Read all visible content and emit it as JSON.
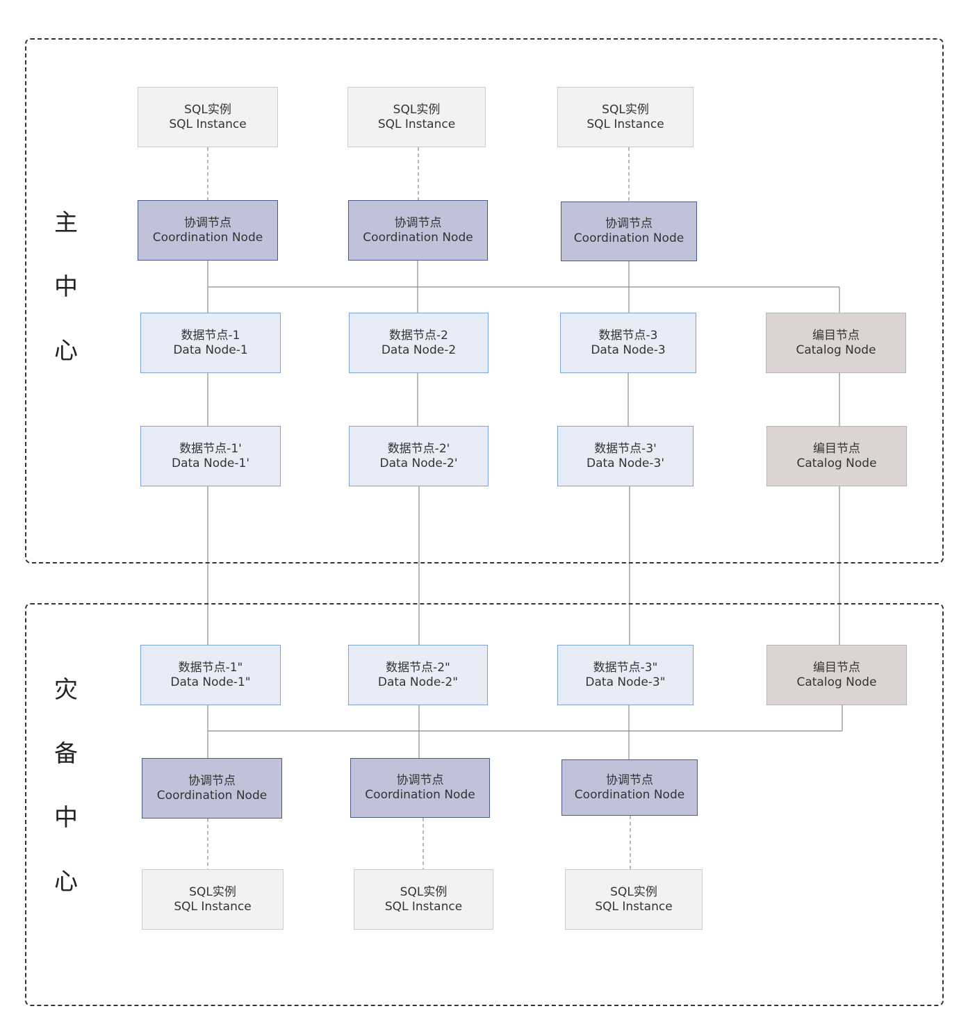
{
  "regions": {
    "primary_label": [
      "主",
      "中",
      "心"
    ],
    "backup_label": [
      "灾",
      "备",
      "中",
      "心"
    ]
  },
  "nodes": {
    "sql_zh": "SQL实例",
    "sql_en": "SQL Instance",
    "coord_zh": "协调节点",
    "coord_en": "Coordination Node",
    "catalog_zh": "编目节点",
    "catalog_en": "Catalog Node",
    "data_p": [
      {
        "zh": "数据节点-1",
        "en": "Data Node-1"
      },
      {
        "zh": "数据节点-2",
        "en": "Data Node-2"
      },
      {
        "zh": "数据节点-3",
        "en": "Data Node-3"
      }
    ],
    "data_r": [
      {
        "zh": "数据节点-1'",
        "en": "Data Node-1'"
      },
      {
        "zh": "数据节点-2'",
        "en": "Data Node-2'"
      },
      {
        "zh": "数据节点-3'",
        "en": "Data Node-3'"
      }
    ],
    "data_b": [
      {
        "zh": "数据节点-1\"",
        "en": "Data Node-1\""
      },
      {
        "zh": "数据节点-2\"",
        "en": "Data Node-2\""
      },
      {
        "zh": "数据节点-3\"",
        "en": "Data Node-3\""
      }
    ]
  },
  "colors": {
    "sql_fill": "#f2f2f2",
    "coord_fill": "#bfc2d9",
    "data_fill": "#e7ecf7",
    "catalog_fill": "#dcd3d3",
    "line": "#888888"
  }
}
